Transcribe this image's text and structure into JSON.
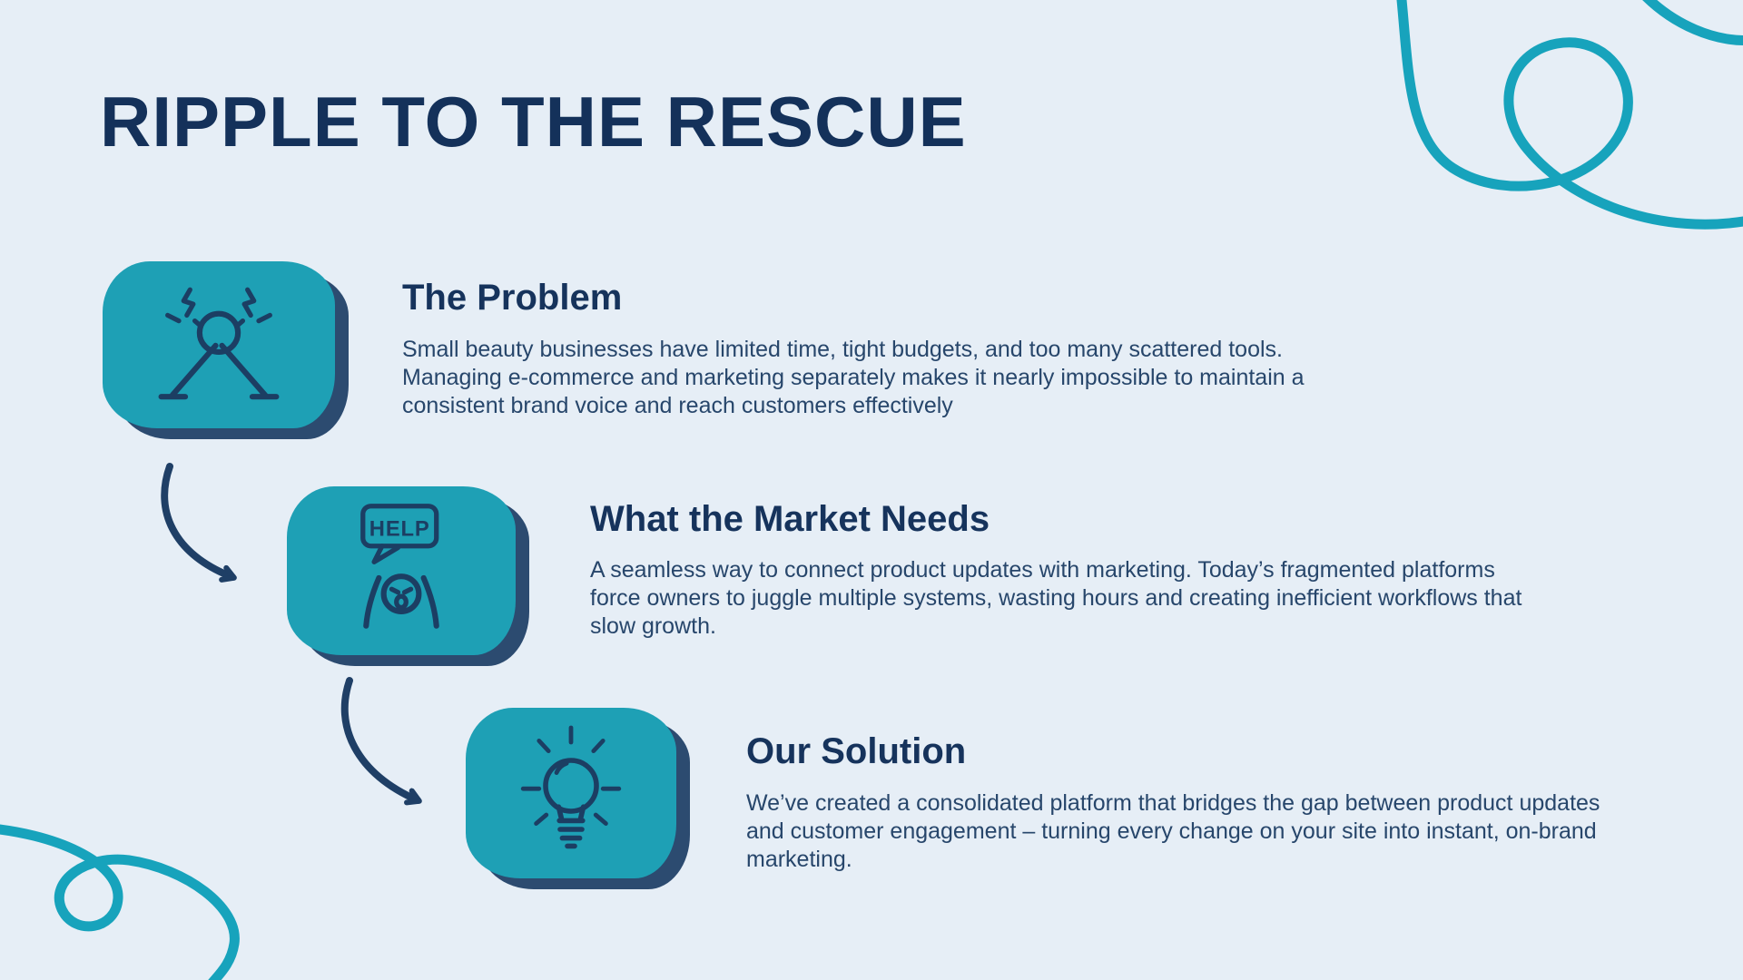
{
  "slide": {
    "title": "RIPPLE TO THE RESCUE",
    "palette": {
      "background": "#E6EEF6",
      "teal": "#1EA0B5",
      "swirl_teal": "#17A3BC",
      "navy_heading": "#14315A",
      "body_text": "#27466B",
      "shadow_navy": "#2C4B70"
    },
    "sections": [
      {
        "heading": "The Problem",
        "icon": "stressed-person-icon",
        "body_lines": [
          "Small beauty businesses have limited time, tight budgets, and too many scattered tools.",
          "Managing e-commerce and marketing separately makes it nearly impossible to maintain a",
          "consistent brand voice and reach customers effectively"
        ]
      },
      {
        "heading": "What the Market Needs",
        "icon": "help-person-icon",
        "icon_label": "HELP",
        "body_lines": [
          "A seamless way to connect product updates with marketing. Today’s fragmented platforms",
          "force owners to juggle multiple systems, wasting hours and creating inefficient workflows that",
          "slow growth."
        ]
      },
      {
        "heading": "Our Solution",
        "icon": "lightbulb-icon",
        "body_lines": [
          "We’ve created a consolidated platform that bridges the gap between product updates",
          "and customer engagement – turning every change on your site into instant, on-brand",
          "marketing."
        ]
      }
    ]
  }
}
